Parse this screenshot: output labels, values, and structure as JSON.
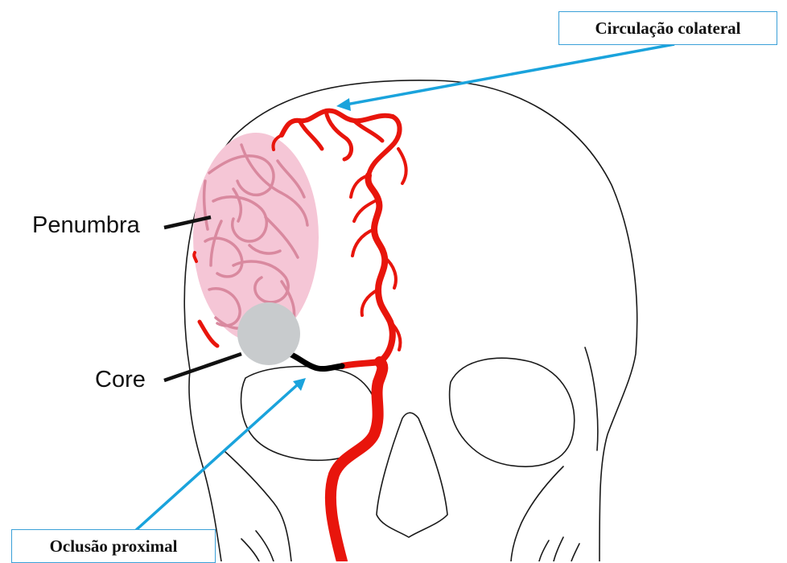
{
  "labels": {
    "collateral": "Circulação colateral",
    "penumbra": "Penumbra",
    "core": "Core",
    "occlusion": "Oclusão proximal"
  },
  "colors": {
    "artery": "#e8150c",
    "penumbra_fill": "#f5c6d6",
    "penumbra_vessels": "#d9899f",
    "core_fill": "#c8cbcd",
    "pointer_line": "#1aa3dc",
    "skull_outline": "#1a1a1a",
    "occluded_segment": "#000000"
  }
}
